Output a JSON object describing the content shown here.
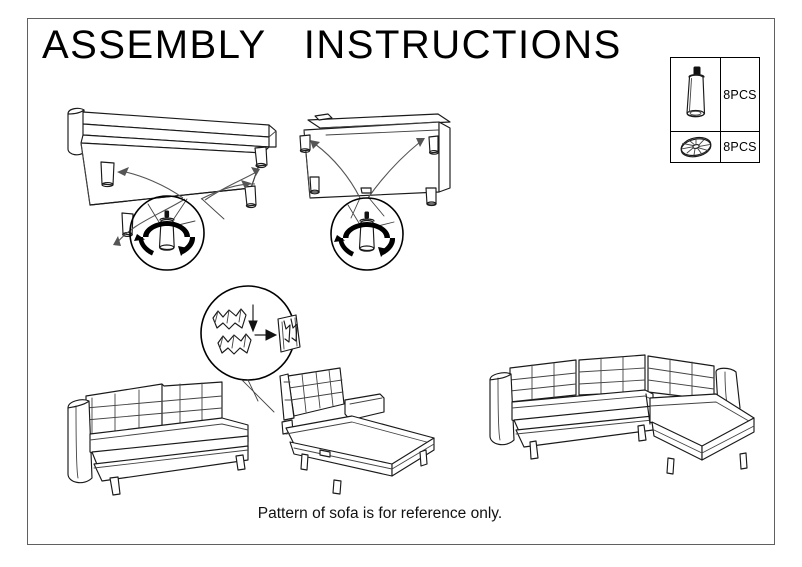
{
  "document": {
    "title": "ASSEMBLY   INSTRUCTIONS",
    "caption": "Pattern of sofa is for reference only.",
    "line_color": "#1a1a1a",
    "background_color": "#ffffff",
    "border_color": "#606060"
  },
  "parts_table": {
    "rows": [
      {
        "part_name": "sofa-leg",
        "icon": "tapered-leg-icon",
        "quantity_label": "8PCS"
      },
      {
        "part_name": "leg-washer",
        "icon": "ribbed-washer-icon",
        "quantity_label": "8PCS"
      }
    ]
  },
  "steps": [
    {
      "id": "step-frame-left",
      "name": "left-sofa-frame-upside-down",
      "detail": "attach-legs",
      "magnifier": "leg-rotation-detail",
      "leg_count": 4
    },
    {
      "id": "step-frame-right",
      "name": "chaise-frame-upside-down",
      "detail": "attach-legs",
      "magnifier": "leg-rotation-detail",
      "leg_count": 4
    },
    {
      "id": "step-connector",
      "name": "bracket-connector-detail",
      "magnifier": "interlocking-clip-detail"
    },
    {
      "id": "step-join",
      "name": "join-sofa-and-chaise"
    },
    {
      "id": "step-result",
      "name": "assembled-sectional-sofa"
    }
  ],
  "figures": {
    "left_frame_label": "sofa-base-frame-inverted",
    "right_frame_label": "chaise-base-frame-inverted",
    "left_sofa_label": "three-seat-sofa-section",
    "chaise_label": "chaise-lounge-section",
    "assembled_label": "l-shaped-sectional-assembled"
  }
}
